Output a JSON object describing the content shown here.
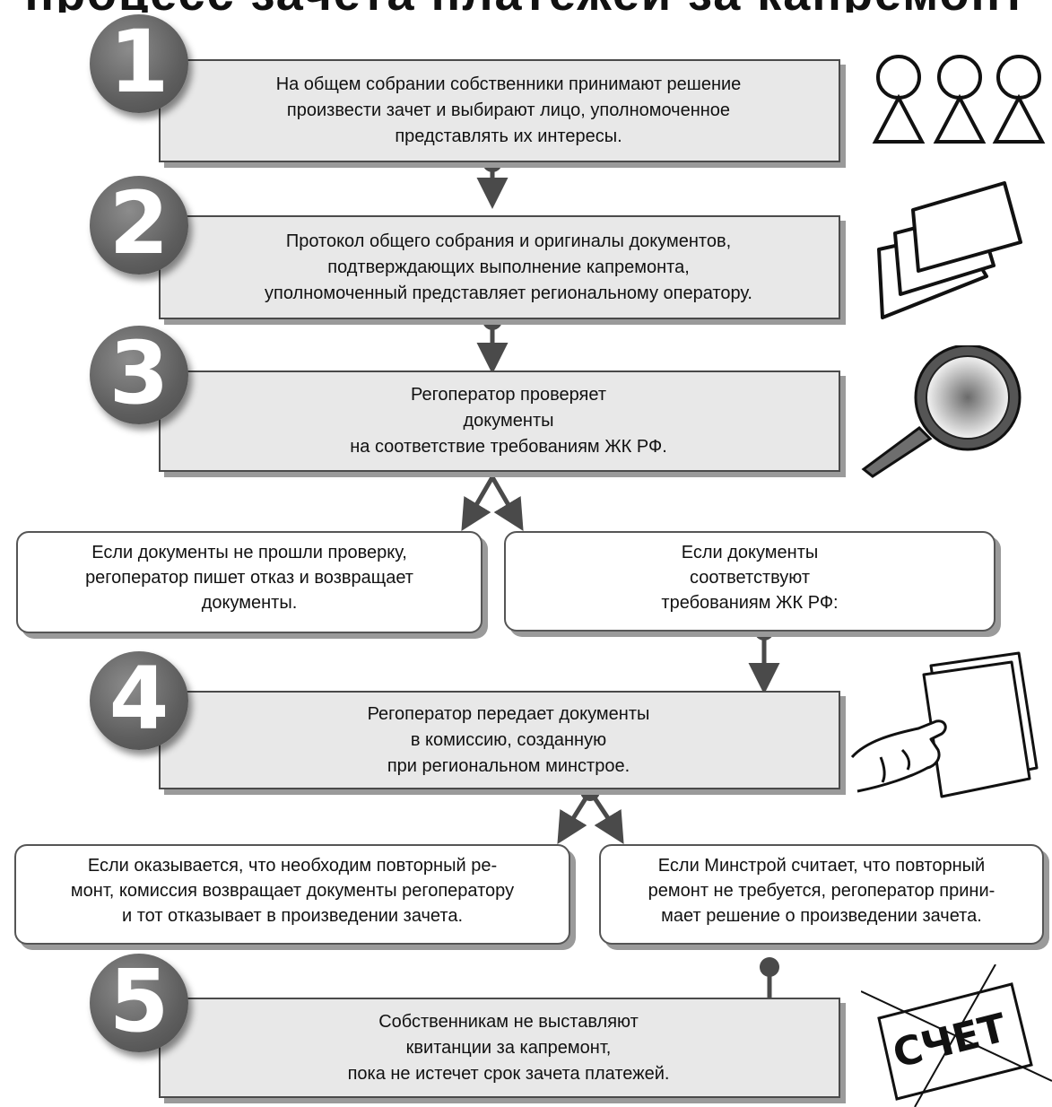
{
  "title": "процесс зачета платежей за капремонт",
  "steps": [
    {
      "number": "1",
      "text": "На общем собрании собственники принимают решение\nпроизвести зачет и выбирают лицо, уполномоченное\nпредставлять их интересы."
    },
    {
      "number": "2",
      "text": "Протокол общего собрания и оригиналы документов,\nподтверждающих выполнение капремонта,\nуполномоченный представляет региональному оператору."
    },
    {
      "number": "3",
      "text": "Регоператор проверяет\nдокументы\nна соответствие требованиям ЖК РФ."
    },
    {
      "number": "4",
      "text": "Регоператор передает документы\nв комиссию, созданную\nпри региональном минстрое."
    },
    {
      "number": "5",
      "text": "Собственникам не выставляют\nквитанции за капремонт,\nпока не истечет срок зачета платежей."
    }
  ],
  "branches": {
    "check_failed": "Если документы не прошли проверку,\nрегоператор пишет отказ и возвращает\nдокументы.",
    "check_passed": "Если документы\nсоответствуют\nтребованиям ЖК РФ:",
    "repair_needed": "Если оказывается, что необходим повторный ре-\nмонт, комиссия возвращает документы регоператору\nи тот отказывает в произведении зачета.",
    "repair_not_needed": "Если Минстрой считает, что повторный\nремонт не требуется, регоператор прини-\nмает решение о произведении зачета."
  },
  "icons": {
    "people": "people-icon",
    "documents": "documents-icon",
    "magnifier": "magnifier-icon",
    "hand_papers": "hand-holding-papers-icon",
    "bill": "bill-icon",
    "bill_label": "СЧЕТ"
  },
  "colors": {
    "step_fill": "#e8e8e8",
    "circle": "#5e5e5e",
    "arrow": "#4a4a4a",
    "shadow": "#9a9a9a"
  }
}
